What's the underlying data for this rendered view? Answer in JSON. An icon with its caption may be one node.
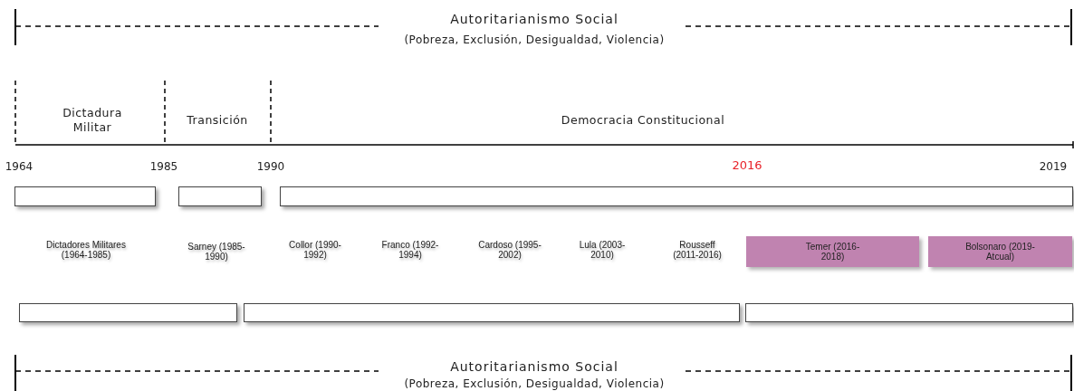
{
  "diagram": {
    "nodes": [
      {
        "text": [],
        "shape": "box"
      },
      {
        "text": [],
        "shape": "box"
      },
      {
        "text": [],
        "shape": "box"
      },
      {
        "text": [
          "Temer (2016-2018)"
        ]
      },
      {
        "text": [
          "Bolsonaro (2019- Atcual)"
        ]
      },
      {
        "text": [],
        "shape": "box"
      },
      {
        "text": [],
        "shape": "box"
      },
      {
        "text": [],
        "shape": "box"
      }
    ],
    "edges": [],
    "labels": [
      "Autoritarianismo Social",
      "(Pobreza, Exclusión, Desigualdad, Violencia)",
      "Dictadura Militar",
      "Transición",
      "Democracia Constitucional",
      "1964",
      "1985",
      "1990",
      "2016",
      "2019",
      "Dictadores Militares (1964-1985)",
      "Sarney (1985-1990)",
      "Collor (1990-1992)",
      "Franco (1992-1994)",
      "Cardoso (1995-2002)",
      "Lula (2003-2010)",
      "Rousseff (2011-2016)",
      "Autoritarianismo Social",
      "(Pobreza, Exclusión, Desigualdad, Violencia)"
    ]
  }
}
